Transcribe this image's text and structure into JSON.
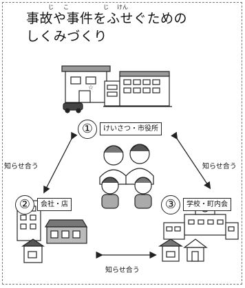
{
  "title": {
    "line1": "事故や事件をふせぐための",
    "line2": "しくみづくり",
    "ruby": [
      "じ",
      "こ",
      "じ",
      "けん"
    ]
  },
  "nodes": [
    {
      "number": "①",
      "label": "けいさつ・市役所"
    },
    {
      "number": "②",
      "label": "会社・店"
    },
    {
      "number": "③",
      "label": "学校・町内会"
    }
  ],
  "arrows": {
    "left": "知らせ合う",
    "right": "知らせ合う",
    "bottom": "知らせ合う"
  },
  "colors": {
    "line": "#222222",
    "frame": "#777777",
    "background": "#ffffff"
  }
}
